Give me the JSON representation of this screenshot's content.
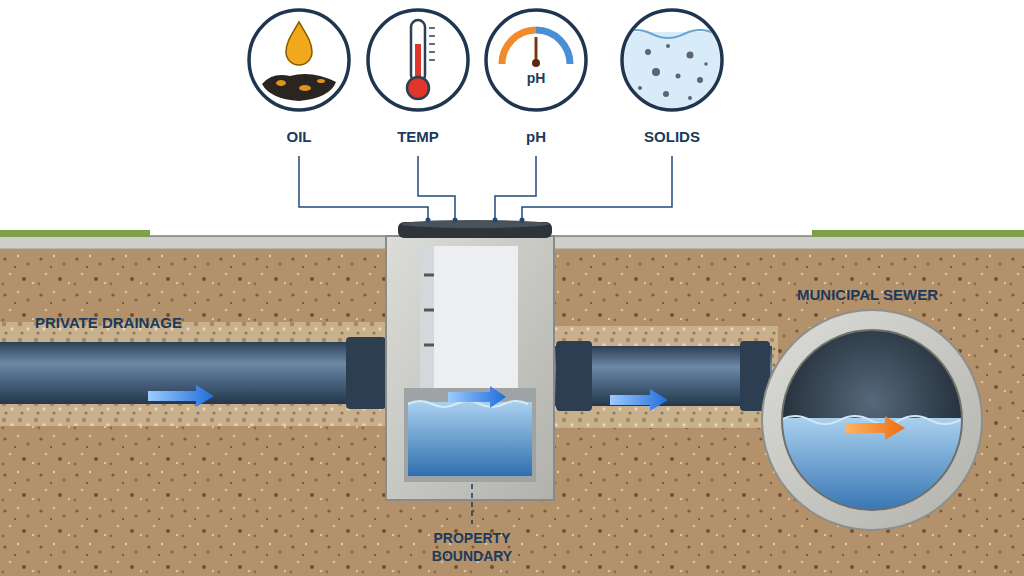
{
  "diagram": {
    "nodes": [
      {
        "text": [
          "OIL"
        ]
      },
      {
        "text": [
          "TEMP"
        ]
      },
      {
        "text": [
          "pH",
          "pH"
        ]
      },
      {
        "text": [
          "SOLIDS"
        ]
      }
    ],
    "labels": [
      "PRIVATE DRAINAGE",
      "MUNICIPAL SEWER",
      "PROPERTY BOUNDARY"
    ]
  }
}
